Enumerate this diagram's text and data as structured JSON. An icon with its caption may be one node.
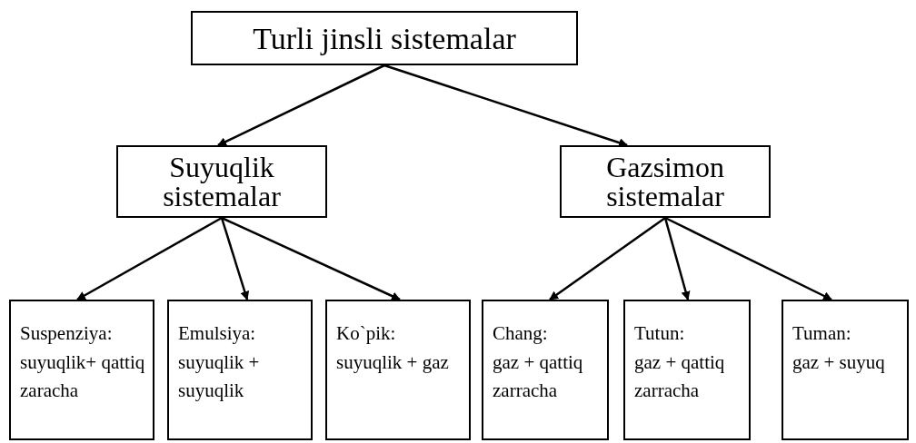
{
  "diagram": {
    "nodes": [
      {
        "text": [
          "Turli  jinsli  sistemalar"
        ]
      },
      {
        "text": [
          "Suyuqlik sistemalar"
        ]
      },
      {
        "text": [
          "Gazsimon sistemalar"
        ]
      },
      {
        "text": [
          "Suspenziya:",
          "suyuqlik+ qattiq zaracha"
        ]
      },
      {
        "text": [
          "Emulsiya:",
          "suyuqlik + suyuqlik"
        ]
      },
      {
        "text": [
          "Ko`pik:",
          "suyuqlik + gaz"
        ]
      },
      {
        "text": [
          "Chang:",
          "gaz + qattiq zarracha"
        ]
      },
      {
        "text": [
          "Tutun:",
          "gaz + qattiq zarracha"
        ]
      },
      {
        "text": [
          "Tuman:",
          "gaz + suyuq"
        ]
      }
    ],
    "edges": [
      {
        "from": 0,
        "to": 1,
        "arrow": "to"
      },
      {
        "from": 0,
        "to": 2,
        "arrow": "to"
      },
      {
        "from": 1,
        "to": 3,
        "arrow": "to"
      },
      {
        "from": 1,
        "to": 4,
        "arrow": "to"
      },
      {
        "from": 1,
        "to": 5,
        "arrow": "to"
      },
      {
        "from": 2,
        "to": 6,
        "arrow": "to"
      },
      {
        "from": 2,
        "to": 7,
        "arrow": "to"
      },
      {
        "from": 2,
        "to": 8,
        "arrow": "to"
      }
    ]
  }
}
